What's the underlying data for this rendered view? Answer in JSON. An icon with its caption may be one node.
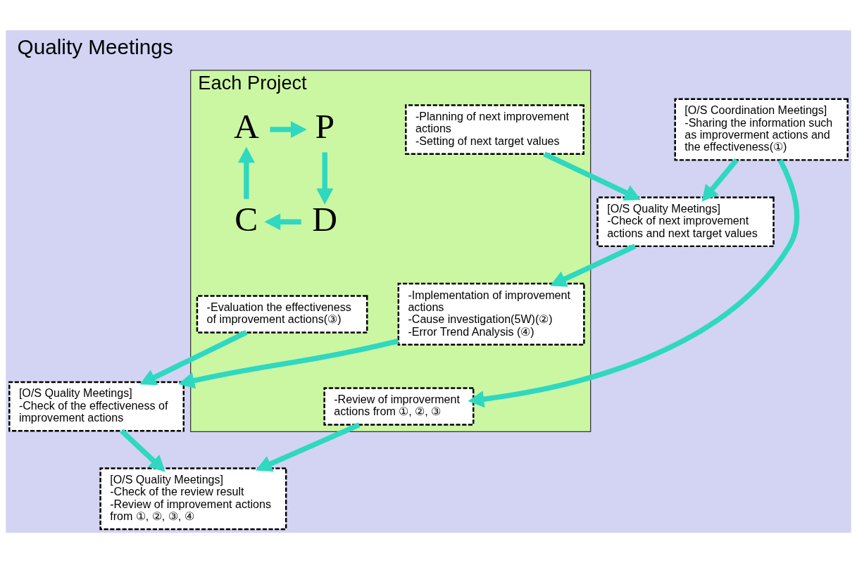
{
  "diagram": {
    "title": "Quality Meetings",
    "nodes": [
      {
        "text": [
          "Each Project"
        ]
      },
      {
        "text": [
          "[O/S Quality Meetings]",
          "-Check of next improvement actions and next target values"
        ]
      },
      {
        "text": [
          "-Planning of next improvement actions",
          "-Setting of next target values"
        ],
        "in": 0
      },
      {
        "text": [
          "[O/S Coordination Meetings]",
          "-Sharing the information such as improverment actions and the effectiveness(①)"
        ]
      },
      {
        "text": [
          "-Review of improverment actions from ①, ②, ③"
        ],
        "in": 0
      },
      {
        "text": [
          "P"
        ],
        "in": 0
      },
      {
        "text": [
          "D"
        ],
        "in": 0
      },
      {
        "text": [
          "C"
        ],
        "in": 0
      },
      {
        "text": [
          "A"
        ],
        "in": 0
      },
      {
        "text": [
          "-Implementation of improvement actions",
          "-Cause investigation(5W)(②)",
          "-Error Trend Analysis (④)"
        ],
        "in": 0
      },
      {
        "text": [
          "[O/S Quality Meetings]",
          "-Check of the review result",
          "-Review of improvement actions from ①, ②, ③, ④"
        ]
      },
      {
        "text": [
          "-Evaluation the effectiveness of improvement actions(③)"
        ],
        "in": 0
      },
      {
        "text": [
          "[O/S Quality Meetings]",
          "-Check of the effectiveness of improvement actions"
        ]
      }
    ],
    "edges": [
      {
        "from": 2,
        "to": 1,
        "arrow": "to"
      },
      {
        "from": 1,
        "to": 9,
        "arrow": "to"
      },
      {
        "from": 3,
        "to": 1,
        "arrow": "to"
      },
      {
        "from": 3,
        "to": 4,
        "arrow": "to"
      },
      {
        "from": 4,
        "to": 10,
        "arrow": "to"
      },
      {
        "from": 8,
        "to": 5,
        "arrow": "to"
      },
      {
        "from": 5,
        "to": 6,
        "arrow": "to"
      },
      {
        "from": 6,
        "to": 7,
        "arrow": "to"
      },
      {
        "from": 7,
        "to": 8,
        "arrow": "to"
      },
      {
        "from": 9,
        "to": 12,
        "arrow": "to"
      },
      {
        "from": 11,
        "to": 12,
        "arrow": "to"
      },
      {
        "from": 12,
        "to": 10,
        "arrow": "to"
      }
    ]
  }
}
